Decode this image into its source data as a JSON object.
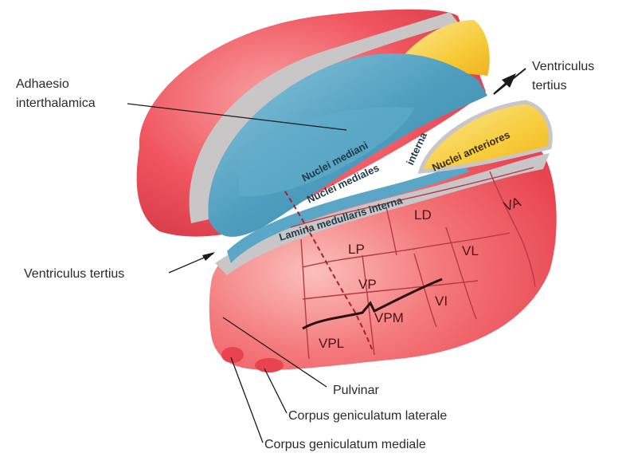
{
  "labels": {
    "adhaesio_line1": "Adhaesio",
    "adhaesio_line2": "interthalamica",
    "ventriculus_right_line1": "Ventriculus",
    "ventriculus_right_line2": "tertius",
    "ventriculus_left": "Ventriculus tertius",
    "pulvinar": "Pulvinar",
    "cgl": "Corpus geniculatum laterale",
    "cgm": "Corpus geniculatum mediale"
  },
  "inner_labels": {
    "nuclei_mediani": "Nuclei mediani",
    "nuclei_mediales": "Nuclei mediales",
    "interna": "interna",
    "nuclei_anteriores": "Nuclei anteriores",
    "lamina": "Lamina medullaris interna"
  },
  "nuclei": {
    "lp": "LP",
    "ld": "LD",
    "va": "VA",
    "vl": "VL",
    "vp": "VP",
    "vi": "VI",
    "vpm": "VPM",
    "vpl": "VPL"
  },
  "colors": {
    "thalamus_red": "#f0555f",
    "thalamus_light": "#f9a4a4",
    "medial_blue": "#4e9dbe",
    "medial_light": "#8fcbe0",
    "anterior_yellow": "#f7cd3c",
    "lamina_gray": "#c9c6c8",
    "boundary_line": "#b63a46",
    "dashed_line": "#a3202e"
  }
}
